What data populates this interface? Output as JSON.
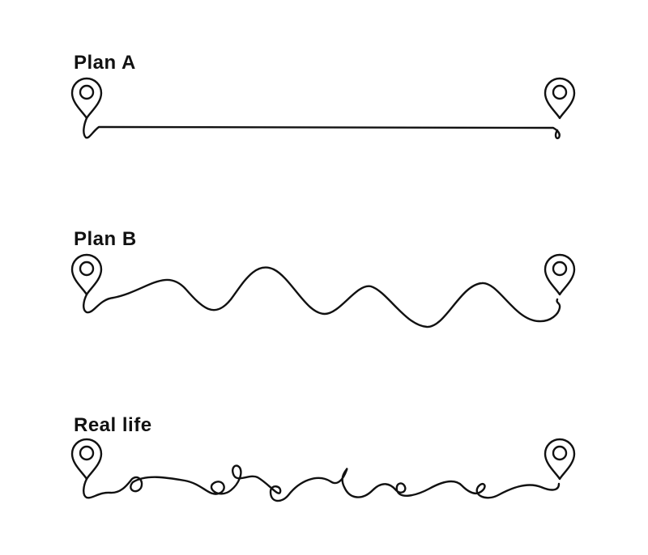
{
  "plans": [
    {
      "id": "plan-a",
      "label": "Plan A",
      "route_style": "straight",
      "icons": [
        "start-pin-icon",
        "end-pin-icon"
      ]
    },
    {
      "id": "plan-b",
      "label": "Plan B",
      "route_style": "wavy",
      "icons": [
        "start-pin-icon",
        "end-pin-icon"
      ]
    },
    {
      "id": "real-life",
      "label": "Real life",
      "route_style": "loopy",
      "icons": [
        "start-pin-icon",
        "end-pin-icon"
      ]
    }
  ],
  "colors": {
    "background": "#ffffff",
    "line": "#111111",
    "text": "#111111"
  }
}
